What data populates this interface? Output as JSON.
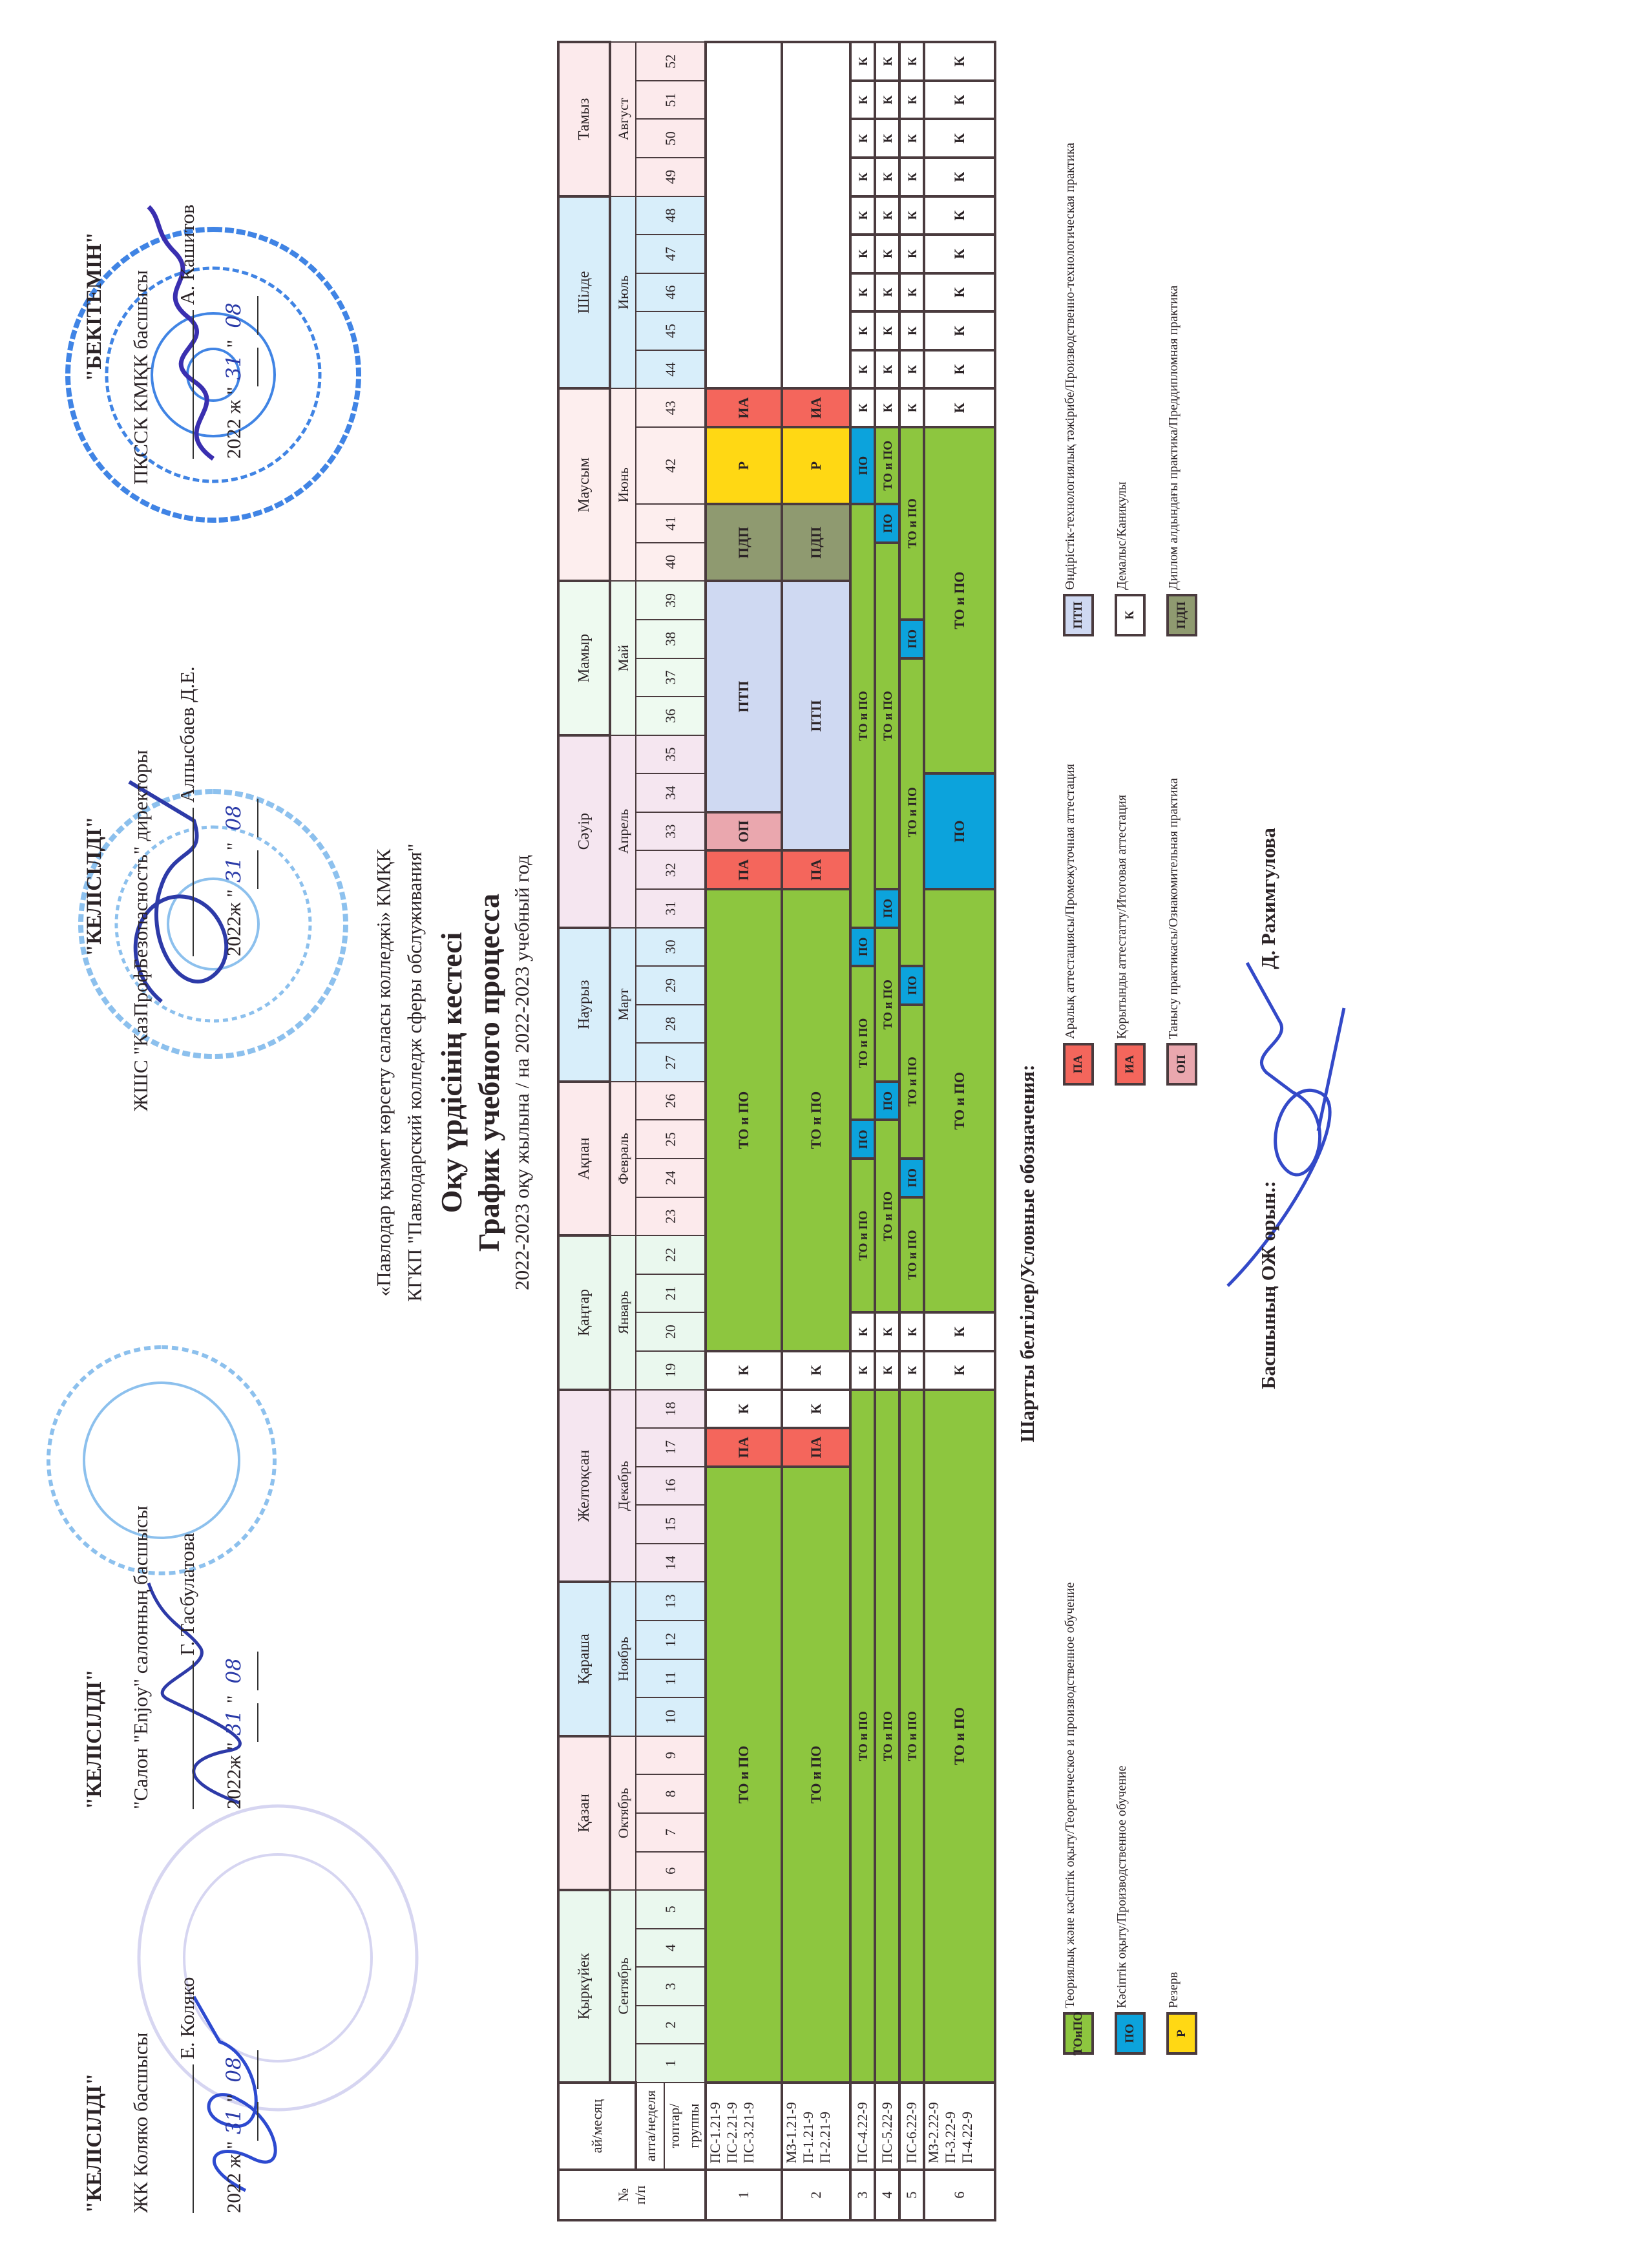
{
  "approvals": [
    {
      "heading": "\"КЕЛІСІЛДІ\"",
      "position": "ЖК Коляко басшысы",
      "name": "Е. Коляко",
      "date_prefix": "2022 ж \"",
      "day": "31",
      "mid": "\"",
      "month": "08"
    },
    {
      "heading": "\"КЕЛІСІЛДІ\"",
      "position": "\"Салон \"Enjoy\"  салонның басшысы",
      "name": "Г. Тасбулатова",
      "date_prefix": "2022ж \"",
      "day": "31",
      "mid": "\"",
      "month": "08"
    },
    {
      "heading": "\"КЕЛІСІЛДІ\"",
      "position": "ЖШС \"КазПрофБезопасность\" директоры",
      "name": "Алпысбаев Д.Е.",
      "date_prefix": "2022ж \"",
      "day": "31",
      "mid": "\"",
      "month": "08"
    },
    {
      "heading": "\"БЕКІТЕМІН\"",
      "position": "ПКССК КМҚК басшысы",
      "name": "А. Кашитов",
      "date_prefix": "2022 ж \"",
      "day": "31",
      "mid": "\"",
      "month": "08"
    }
  ],
  "header": {
    "org_kz": "«Павлодар қызмет көрсету саласы  колледжі» КМҚК",
    "org_ru": "КГКП \"Павлодарский колледж сферы обслуживания\"",
    "title_kz": "Оқу үрдісінің кестесі",
    "title_ru": "График учебного процесса",
    "year": "2022-2023 оқу жылына  /  на 2022-2023 учебный год"
  },
  "table": {
    "head": {
      "num": "№",
      "num_sub": "п/п",
      "month": "ай/месяц",
      "week": "апта/неделя",
      "groups": "топтар/группы"
    },
    "months": [
      {
        "kz": "Қыркүйек",
        "ru": "Сентябрь",
        "from": 1,
        "to": 5,
        "color": "#eaf8ee"
      },
      {
        "kz": "Қазан",
        "ru": "Октябрь",
        "from": 6,
        "to": 9,
        "color": "#fceaec"
      },
      {
        "kz": "Қараша",
        "ru": "Ноябрь",
        "from": 10,
        "to": 13,
        "color": "#d8eefa"
      },
      {
        "kz": "Желтоқсан",
        "ru": "Декабрь",
        "from": 14,
        "to": 18,
        "color": "#f5e6f0"
      },
      {
        "kz": "Қаңтар",
        "ru": "Январь",
        "from": 19,
        "to": 22,
        "color": "#eaf8ee"
      },
      {
        "kz": "Ақпан",
        "ru": "Февраль",
        "from": 23,
        "to": 26,
        "color": "#fceaec"
      },
      {
        "kz": "Наурыз",
        "ru": "Март",
        "from": 27,
        "to": 30,
        "color": "#d8eefa"
      },
      {
        "kz": "Сәуір",
        "ru": "Апрель",
        "from": 31,
        "to": 35,
        "color": "#f5e6f0"
      },
      {
        "kz": "Мамыр",
        "ru": "Май",
        "from": 36,
        "to": 39,
        "color": "#eefaf0"
      },
      {
        "kz": "Маусым",
        "ru": "Июнь",
        "from": 40,
        "to": 43,
        "color": "#fdeeee"
      },
      {
        "kz": "Шілде",
        "ru": "Июль",
        "from": 44,
        "to": 48,
        "color": "#d8eefa"
      },
      {
        "kz": "Тамыз",
        "ru": "Август",
        "from": 49,
        "to": 52,
        "color": "#fceaec"
      }
    ],
    "weeks": [
      "1",
      "2",
      "3",
      "4",
      "5",
      "6",
      "7",
      "8",
      "9",
      "10",
      "11",
      "12",
      "13",
      "14",
      "15",
      "16",
      "17",
      "18",
      "19",
      "20",
      "21",
      "22",
      "23",
      "24",
      "25",
      "26",
      "27",
      "28",
      "29",
      "30",
      "31",
      "32",
      "33",
      "34",
      "35",
      "36",
      "37",
      "38",
      "39",
      "40",
      "41",
      "42",
      "43",
      "44",
      "45",
      "46",
      "47",
      "48",
      "49",
      "50",
      "51",
      "52"
    ],
    "rows": [
      {
        "num": "1",
        "groups": [
          "ПС-1.21-9",
          "ПС-2.21-9",
          "ПС-3.21-9"
        ],
        "segments": [
          {
            "type": "topo",
            "label": "ТО и ПО",
            "from": 1,
            "to": 16
          },
          {
            "type": "pa",
            "label": "ПА",
            "from": 17,
            "to": 17
          },
          {
            "type": "k",
            "label": "К",
            "from": 18,
            "to": 18
          },
          {
            "type": "k",
            "label": "К",
            "from": 19,
            "to": 19
          },
          {
            "type": "topo",
            "label": "ТО и ПО",
            "from": 20,
            "to": 31
          },
          {
            "type": "pa",
            "label": "ПА",
            "from": 32,
            "to": 32
          },
          {
            "type": "op",
            "label": "ОП",
            "from": 33,
            "to": 33
          },
          {
            "type": "ptp",
            "label": "ПТП",
            "from": 34,
            "to": 39
          },
          {
            "type": "pdp",
            "label": "ПДП",
            "from": 40,
            "to": 41
          },
          {
            "type": "r",
            "label": "Р",
            "from": 42,
            "to": 42
          },
          {
            "type": "ia",
            "label": "ИА",
            "from": 43,
            "to": 43
          },
          {
            "type": "blank",
            "label": "",
            "from": 44,
            "to": 52
          }
        ]
      },
      {
        "num": "2",
        "groups": [
          "МЗ-1.21-9",
          "П-1.21-9",
          "П-2.21-9"
        ],
        "segments": [
          {
            "type": "topo",
            "label": "ТО и ПО",
            "from": 1,
            "to": 16
          },
          {
            "type": "pa",
            "label": "ПА",
            "from": 17,
            "to": 17
          },
          {
            "type": "k",
            "label": "К",
            "from": 18,
            "to": 18
          },
          {
            "type": "k",
            "label": "К",
            "from": 19,
            "to": 19
          },
          {
            "type": "topo",
            "label": "ТО и ПО",
            "from": 20,
            "to": 31
          },
          {
            "type": "pa",
            "label": "ПА",
            "from": 32,
            "to": 32
          },
          {
            "type": "ptp",
            "label": "ПТП",
            "from": 33,
            "to": 39
          },
          {
            "type": "pdp",
            "label": "ПДП",
            "from": 40,
            "to": 41
          },
          {
            "type": "r",
            "label": "Р",
            "from": 42,
            "to": 42
          },
          {
            "type": "ia",
            "label": "ИА",
            "from": 43,
            "to": 43
          },
          {
            "type": "blank",
            "label": "",
            "from": 44,
            "to": 52
          }
        ]
      },
      {
        "num": "3",
        "groups": [
          "ПС-4.22-9"
        ],
        "segments": [
          {
            "type": "topo",
            "label": "ТО и ПО",
            "from": 1,
            "to": 18
          },
          {
            "type": "k",
            "label": "К",
            "from": 19,
            "to": 19
          },
          {
            "type": "k",
            "label": "К",
            "from": 20,
            "to": 20
          },
          {
            "type": "topo",
            "label": "ТО и ПО",
            "from": 21,
            "to": 24
          },
          {
            "type": "po",
            "label": "ПО",
            "from": 25,
            "to": 25
          },
          {
            "type": "topo",
            "label": "ТО и ПО",
            "from": 26,
            "to": 29
          },
          {
            "type": "po",
            "label": "ПО",
            "from": 30,
            "to": 30
          },
          {
            "type": "topo",
            "label": "ТО и ПО",
            "from": 31,
            "to": 41
          },
          {
            "type": "po",
            "label": "ПО",
            "from": 42,
            "to": 42
          },
          {
            "type": "k",
            "label": "К",
            "from": 43,
            "to": 43
          },
          {
            "type": "k",
            "label": "К",
            "from": 44,
            "to": 44
          },
          {
            "type": "k",
            "label": "К",
            "from": 45,
            "to": 45
          },
          {
            "type": "k",
            "label": "К",
            "from": 46,
            "to": 46
          },
          {
            "type": "k",
            "label": "К",
            "from": 47,
            "to": 47
          },
          {
            "type": "k",
            "label": "К",
            "from": 48,
            "to": 48
          },
          {
            "type": "k",
            "label": "К",
            "from": 49,
            "to": 49
          },
          {
            "type": "k",
            "label": "К",
            "from": 50,
            "to": 50
          },
          {
            "type": "k",
            "label": "К",
            "from": 51,
            "to": 51
          },
          {
            "type": "k",
            "label": "К",
            "from": 52,
            "to": 52
          }
        ]
      },
      {
        "num": "4",
        "groups": [
          "ПС-5.22-9"
        ],
        "segments": [
          {
            "type": "topo",
            "label": "ТО и ПО",
            "from": 1,
            "to": 18
          },
          {
            "type": "k",
            "label": "К",
            "from": 19,
            "to": 19
          },
          {
            "type": "k",
            "label": "К",
            "from": 20,
            "to": 20
          },
          {
            "type": "topo",
            "label": "ТО и ПО",
            "from": 21,
            "to": 25
          },
          {
            "type": "po",
            "label": "ПО",
            "from": 26,
            "to": 26
          },
          {
            "type": "topo",
            "label": "ТО и ПО",
            "from": 27,
            "to": 30
          },
          {
            "type": "po",
            "label": "ПО",
            "from": 31,
            "to": 31
          },
          {
            "type": "topo",
            "label": "ТО и ПО",
            "from": 32,
            "to": 40
          },
          {
            "type": "po",
            "label": "ПО",
            "from": 41,
            "to": 41
          },
          {
            "type": "topo",
            "label": "ТО и ПО",
            "from": 42,
            "to": 42
          },
          {
            "type": "k",
            "label": "К",
            "from": 43,
            "to": 43
          },
          {
            "type": "k",
            "label": "К",
            "from": 44,
            "to": 44
          },
          {
            "type": "k",
            "label": "К",
            "from": 45,
            "to": 45
          },
          {
            "type": "k",
            "label": "К",
            "from": 46,
            "to": 46
          },
          {
            "type": "k",
            "label": "К",
            "from": 47,
            "to": 47
          },
          {
            "type": "k",
            "label": "К",
            "from": 48,
            "to": 48
          },
          {
            "type": "k",
            "label": "К",
            "from": 49,
            "to": 49
          },
          {
            "type": "k",
            "label": "К",
            "from": 50,
            "to": 50
          },
          {
            "type": "k",
            "label": "К",
            "from": 51,
            "to": 51
          },
          {
            "type": "k",
            "label": "К",
            "from": 52,
            "to": 52
          }
        ]
      },
      {
        "num": "5",
        "groups": [
          "ПС-6.22-9"
        ],
        "segments": [
          {
            "type": "topo",
            "label": "ТО и ПО",
            "from": 1,
            "to": 18
          },
          {
            "type": "k",
            "label": "К",
            "from": 19,
            "to": 19
          },
          {
            "type": "k",
            "label": "К",
            "from": 20,
            "to": 20
          },
          {
            "type": "topo",
            "label": "ТО и ПО",
            "from": 21,
            "to": 23
          },
          {
            "type": "po",
            "label": "ПО",
            "from": 24,
            "to": 24
          },
          {
            "type": "topo",
            "label": "ТО и ПО",
            "from": 25,
            "to": 28
          },
          {
            "type": "po",
            "label": "ПО",
            "from": 29,
            "to": 29
          },
          {
            "type": "topo",
            "label": "ТО и ПО",
            "from": 30,
            "to": 37
          },
          {
            "type": "po",
            "label": "ПО",
            "from": 38,
            "to": 38
          },
          {
            "type": "topo",
            "label": "ТО и ПО",
            "from": 39,
            "to": 42
          },
          {
            "type": "k",
            "label": "К",
            "from": 43,
            "to": 43
          },
          {
            "type": "k",
            "label": "К",
            "from": 44,
            "to": 44
          },
          {
            "type": "k",
            "label": "К",
            "from": 45,
            "to": 45
          },
          {
            "type": "k",
            "label": "К",
            "from": 46,
            "to": 46
          },
          {
            "type": "k",
            "label": "К",
            "from": 47,
            "to": 47
          },
          {
            "type": "k",
            "label": "К",
            "from": 48,
            "to": 48
          },
          {
            "type": "k",
            "label": "К",
            "from": 49,
            "to": 49
          },
          {
            "type": "k",
            "label": "К",
            "from": 50,
            "to": 50
          },
          {
            "type": "k",
            "label": "К",
            "from": 51,
            "to": 51
          },
          {
            "type": "k",
            "label": "К",
            "from": 52,
            "to": 52
          }
        ]
      },
      {
        "num": "6",
        "groups": [
          "МЗ-2.22-9",
          "П-3.22-9",
          "П-4.22-9"
        ],
        "segments": [
          {
            "type": "topo",
            "label": "ТО и ПО",
            "from": 1,
            "to": 18
          },
          {
            "type": "k",
            "label": "К",
            "from": 19,
            "to": 19
          },
          {
            "type": "k",
            "label": "К",
            "from": 20,
            "to": 20
          },
          {
            "type": "topo",
            "label": "ТО и ПО",
            "from": 21,
            "to": 31
          },
          {
            "type": "po",
            "label": "ПО",
            "from": 32,
            "to": 34
          },
          {
            "type": "topo",
            "label": "ТО и ПО",
            "from": 35,
            "to": 42
          },
          {
            "type": "k",
            "label": "К",
            "from": 43,
            "to": 43
          },
          {
            "type": "k",
            "label": "К",
            "from": 44,
            "to": 44
          },
          {
            "type": "k",
            "label": "К",
            "from": 45,
            "to": 45
          },
          {
            "type": "k",
            "label": "К",
            "from": 46,
            "to": 46
          },
          {
            "type": "k",
            "label": "К",
            "from": 47,
            "to": 47
          },
          {
            "type": "k",
            "label": "К",
            "from": 48,
            "to": 48
          },
          {
            "type": "k",
            "label": "К",
            "from": 49,
            "to": 49
          },
          {
            "type": "k",
            "label": "К",
            "from": 50,
            "to": 50
          },
          {
            "type": "k",
            "label": "К",
            "from": 51,
            "to": 51
          },
          {
            "type": "k",
            "label": "К",
            "from": 52,
            "to": 52
          }
        ]
      }
    ]
  },
  "colors": {
    "topo": "#8dc63f",
    "po": "#0ca3dc",
    "pa": "#f4665c",
    "ia": "#f4665c",
    "op": "#eaa7ae",
    "ptp": "#cfd9f2",
    "pdp": "#8f9a70",
    "r": "#ffd814",
    "k": "#ffffff",
    "blank": "#ffffff",
    "border": "#4a3b3e",
    "stamp": "#2f8ee0",
    "ink": "#2d3aa8"
  },
  "legend": {
    "title": "Шартты белгілер/Условные обозначения:",
    "items": [
      {
        "type": "topo",
        "code": "ТОиПО",
        "text": "Теориялық және кәсіптік оқыту/Теоретическое и производственное обучение"
      },
      {
        "type": "po",
        "code": "ПО",
        "text": "Кәсіптік оқыту/Производственное обучение"
      },
      {
        "type": "r",
        "code": "Р",
        "text": "Резерв"
      },
      {
        "type": "pa",
        "code": "ПА",
        "text": "Аралық аттестациясы/Промежуточная аттестация"
      },
      {
        "type": "ia",
        "code": "ИА",
        "text": "Қорытынды аттестатту/Итоговая аттестация"
      },
      {
        "type": "op",
        "code": "ОП",
        "text": "Танысу практикасы/Ознакомительная практика"
      },
      {
        "type": "ptp",
        "code": "ПТП",
        "text": "Өндірістік-технологиялық тәжірибе/Производственно-технологическая практика"
      },
      {
        "type": "k",
        "code": "К",
        "text": "Демалыс/Каникулы"
      },
      {
        "type": "pdp",
        "code": "ПДП",
        "text": "Диплом алдындағы практика/Преддипломная практика"
      }
    ]
  },
  "footer": {
    "label": "Басшының ОЖ орын.:",
    "name": "Д. Рахимгулова"
  }
}
